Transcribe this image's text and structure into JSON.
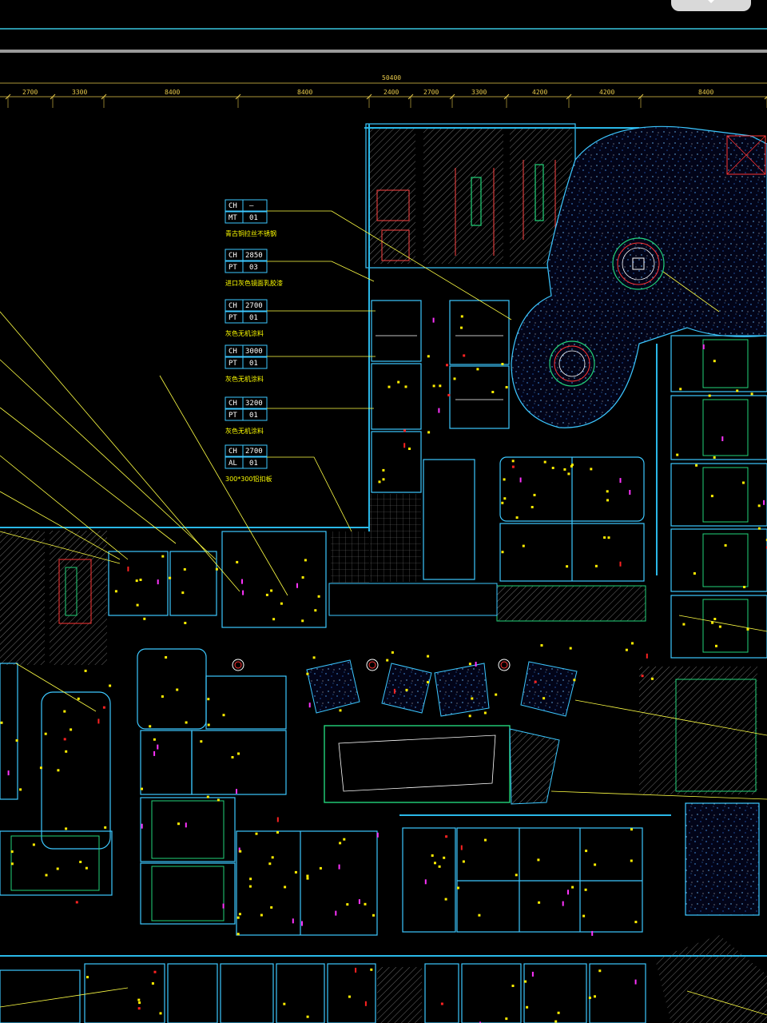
{
  "toolbar": {
    "download_icon": "chevron-down-icon"
  },
  "dimensions": {
    "overall": "50400",
    "segments": [
      "2700",
      "3300",
      "8400",
      "8400",
      "2400",
      "2700",
      "3300",
      "4200",
      "4200",
      "8400"
    ]
  },
  "material_tags": [
    {
      "code1": "CH",
      "val1": "—",
      "code2": "MT",
      "val2": "01",
      "note": "青古铜拉丝不锈钢"
    },
    {
      "code1": "CH",
      "val1": "2850",
      "code2": "PT",
      "val2": "03",
      "note": "进口灰色镜面乳胶漆"
    },
    {
      "code1": "CH",
      "val1": "2700",
      "code2": "PT",
      "val2": "01",
      "note": "灰色无机涂料"
    },
    {
      "code1": "CH",
      "val1": "3000",
      "code2": "PT",
      "val2": "01",
      "note": "灰色无机涂料"
    },
    {
      "code1": "CH",
      "val1": "3200",
      "code2": "PT",
      "val2": "01",
      "note": "灰色无机涂料"
    },
    {
      "code1": "CH",
      "val1": "2700",
      "code2": "AL",
      "val2": "01",
      "note": "300*300铝扣板"
    }
  ],
  "colors": {
    "background": "#000000",
    "wall": "#2ab8e8",
    "room": "#3cc8ff",
    "dimension": "#e6c84a",
    "leader": "#ffff44",
    "fixture": "#ffee00"
  }
}
